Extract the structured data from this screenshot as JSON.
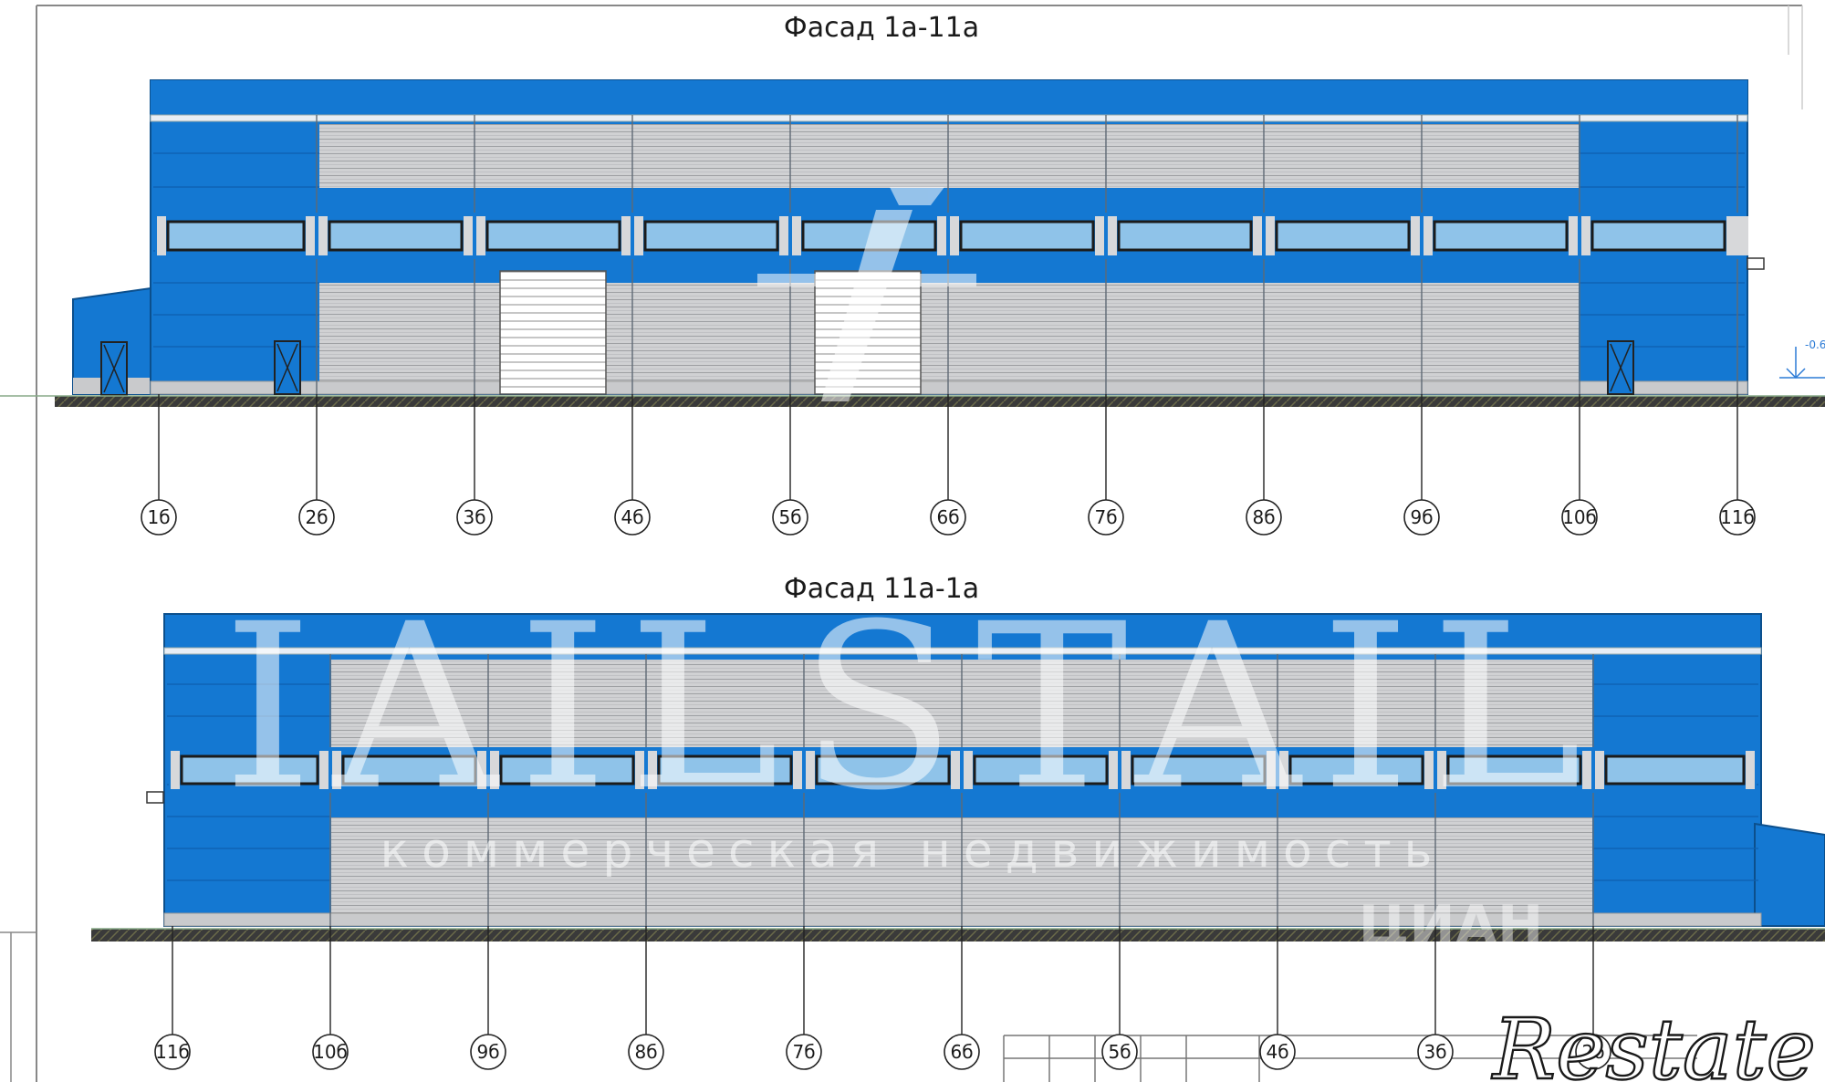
{
  "facade_top": {
    "title": "Фасад 1а-11а",
    "axes": [
      "1б",
      "2б",
      "3б",
      "4б",
      "5б",
      "6б",
      "7б",
      "8б",
      "9б",
      "10б",
      "11б"
    ],
    "level_mark": "-0.6"
  },
  "facade_bottom": {
    "title": "Фасад 11а-1а",
    "axes": [
      "11б",
      "10б",
      "9б",
      "8б",
      "7б",
      "6б",
      "5б",
      "4б",
      "3б",
      "2б"
    ]
  },
  "watermark": {
    "brand": "IAILSTAIL",
    "subtitle": "коммерческая недвижимость",
    "logo": "Restate",
    "logo_sub": "ЦИАН"
  },
  "colors": {
    "blue": "#1478d2",
    "blue_dark": "#0b5ea8",
    "gray": "#c9cacc",
    "window": "#8fc3e9",
    "ground": "#2d2d2d"
  }
}
